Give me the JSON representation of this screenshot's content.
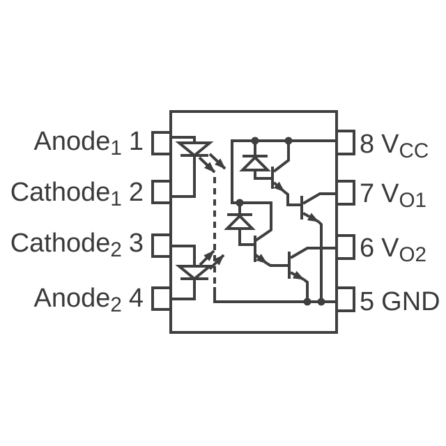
{
  "diagram": {
    "type": "schematic",
    "description": "Internal circuit of an 8-pin dual-channel optocoupler (two LEDs optically coupled to photodiode-transistor detectors with open-collector outputs)",
    "left_pins": [
      {
        "name": "Anode",
        "sub": "1",
        "pin": "1"
      },
      {
        "name": "Cathode",
        "sub": "1",
        "pin": "2"
      },
      {
        "name": "Cathode",
        "sub": "2",
        "pin": "3"
      },
      {
        "name": "Anode",
        "sub": "2",
        "pin": "4"
      }
    ],
    "right_pins": [
      {
        "pin": "8",
        "name": "V",
        "sub": "CC"
      },
      {
        "pin": "7",
        "name": "V",
        "sub": "O1"
      },
      {
        "pin": "6",
        "name": "V",
        "sub": "O2"
      },
      {
        "pin": "5",
        "name": "GND",
        "sub": ""
      }
    ],
    "colors": {
      "line": "#3f3f3f",
      "text": "#3a3a3a",
      "background": "#ffffff"
    },
    "components": [
      "led-1",
      "led-2",
      "photodiode-1",
      "photodiode-2",
      "amp-transistor-q1",
      "output-transistor-q2",
      "amp-transistor-q3",
      "output-transistor-q4",
      "vcc-rail",
      "gnd-rail",
      "optical-path-dashed-line",
      "light-emission-arrows"
    ]
  }
}
